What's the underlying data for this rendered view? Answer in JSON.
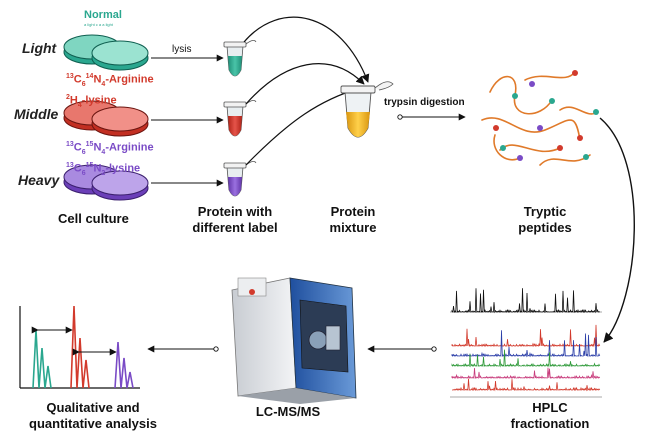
{
  "conditions": {
    "light": "Light",
    "middle": "Middle",
    "heavy": "Heavy"
  },
  "normal_label": "Normal",
  "normal_sublabel": "a light c a a light",
  "labels": {
    "middle": {
      "line1_pre": "13",
      "line1_c": "C",
      "line1_c_sub": "6",
      "line1_n_sup": "14",
      "line1_n": "N",
      "line1_n_sub": "4",
      "line1_aa": "-Arginine",
      "line2_sup": "2",
      "line2_h": "H",
      "line2_h_sub": "4",
      "line2_aa": "-lysine"
    },
    "heavy": {
      "line1_pre": "13",
      "line1_c": "C",
      "line1_c_sub": "6",
      "line1_n_sup": "15",
      "line1_n": "N",
      "line1_n_sub": "4",
      "line1_aa": "-Arginine",
      "line2_pre": "13",
      "line2_c": "C",
      "line2_c_sub": "6",
      "line2_n_sup": "15",
      "line2_n": "N",
      "line2_n_sub": "2",
      "line2_aa": "-lysine"
    }
  },
  "steps": {
    "lysis": "lysis",
    "trypsin": "trypsin digestion"
  },
  "captions": {
    "cell_culture": "Cell culture",
    "protein_label_1": "Protein with",
    "protein_label_2": "different label",
    "protein_mixture_1": "Protein",
    "protein_mixture_2": "mixture",
    "tryptic_1": "Tryptic",
    "tryptic_2": "peptides",
    "hplc_1": "HPLC",
    "hplc_2": "fractionation",
    "lcms": "LC-MS/MS",
    "analysis_1": "Qualitative and",
    "analysis_2": "quantitative analysis"
  },
  "colors": {
    "normal": "#2aa78f",
    "light": "#2aa78f",
    "middle": "#d23a2c",
    "heavy": "#7a4bc6",
    "mixture": "#f3b51c",
    "peptide_chain": "#e07a2a"
  }
}
